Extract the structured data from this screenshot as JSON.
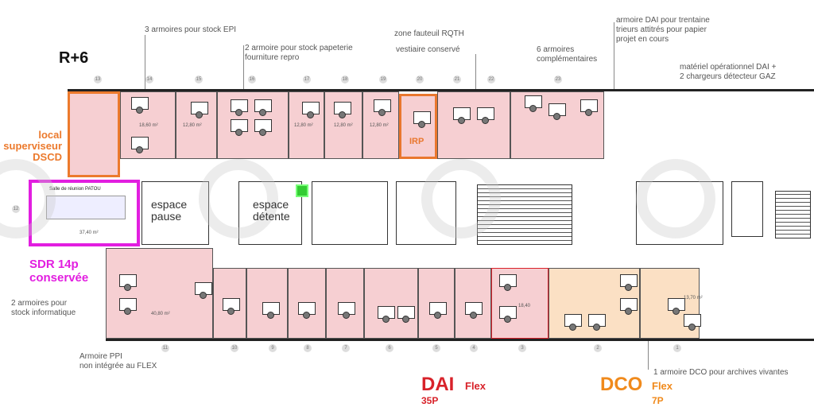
{
  "floor": "R+6",
  "notes": {
    "epi": "3 armoires pour stock EPI",
    "papeterie": "2 armoire pour stock papeterie\nfourniture repro",
    "rqth": "zone fauteuil RQTH",
    "vestiaire": "vestiaire conservé",
    "armoires6": "6 armoires\ncomplémentaires",
    "dai_armoire": "armoire DAI pour trentaine\ntrieurs attitrés pour papier\nprojet en cours",
    "materiel": "matériel opérationnel DAI +\n2 chargeurs détecteur GAZ",
    "informatique": "2 armoires pour\nstock informatique",
    "ppi": "Armoire PPI\nnon intégrée au FLEX",
    "dco_archives": "1 armoire DCO pour archives vivantes"
  },
  "labels": {
    "local": "local\nsuperviseur\nDSCD",
    "sdr": "SDR 14p\nconservée",
    "salle": "Salle de réunion PATOU",
    "salle_area": "37,40 m²",
    "pause": "espace\npause",
    "detente": "espace\ndétente",
    "irp": "IRP",
    "dai": "DAI",
    "dai_flex": "Flex",
    "dai_count": "35P",
    "dco": "DCO",
    "dco_flex": "Flex",
    "dco_count": "7P"
  },
  "areas": [
    "18,60 m²",
    "12,80 m²",
    "12,80 m²",
    "12,80 m²",
    "12,80 m²",
    "18,40",
    "13,70 m²",
    "40,80 m²"
  ],
  "grid_top": [
    "13",
    "14",
    "15",
    "16",
    "17",
    "18",
    "19",
    "20",
    "21",
    "22",
    "23"
  ],
  "grid_bottom": [
    "11",
    "10",
    "9",
    "8",
    "7",
    "6",
    "5",
    "4",
    "3",
    "2",
    "1"
  ],
  "grid_left": "12",
  "colors": {
    "dai": "#d8222a",
    "dco": "#f08a1c",
    "sdr": "#e21ee0",
    "local": "#ec7a2d",
    "irp": "#e9772e",
    "room": "#f6cfd2",
    "dco_room": "#fbe0c4"
  }
}
